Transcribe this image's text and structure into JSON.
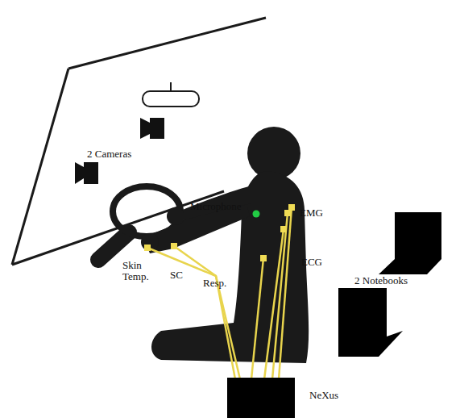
{
  "diagram": {
    "nodes": [
      {
        "text": [
          "NeXus"
        ]
      }
    ],
    "labels": [
      "2 Cameras",
      "Microphone",
      "EMG",
      "ECG",
      "Skin Temp.",
      "SC",
      "Resp.",
      "2 Notebooks"
    ]
  }
}
